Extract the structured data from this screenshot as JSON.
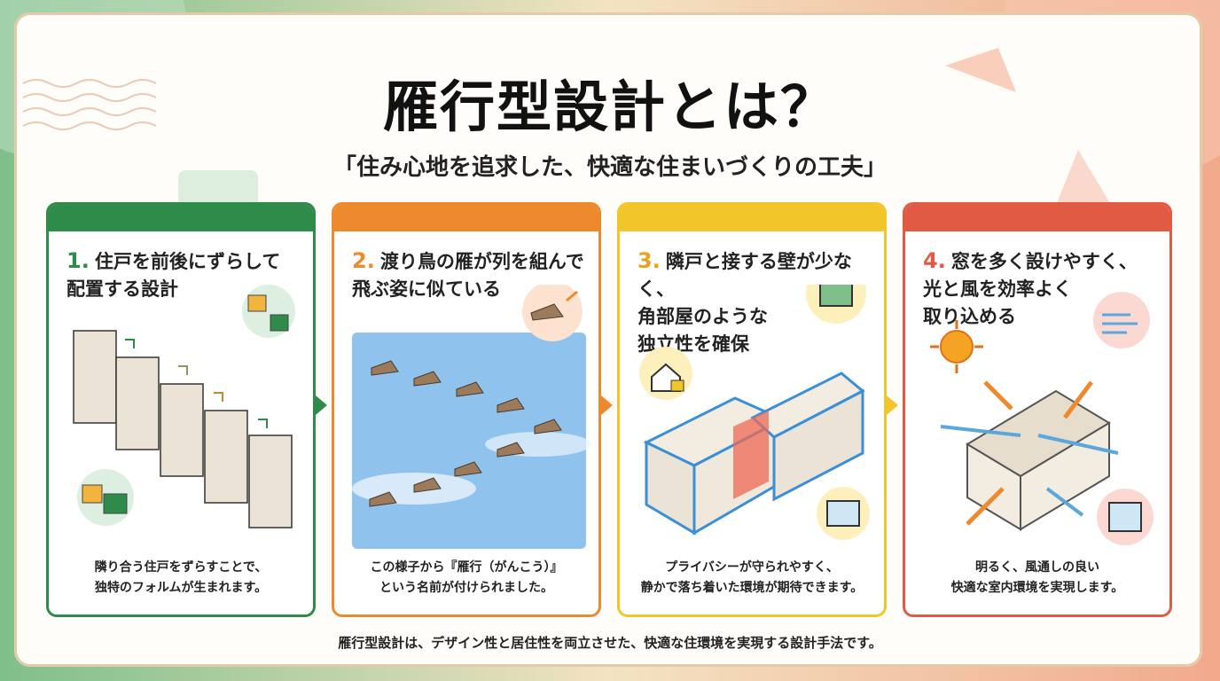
{
  "title": "雁行型設計とは？",
  "subtitle": "「住み心地を追求した、快適な住まいづくりの工夫」",
  "colors": {
    "green": "#2e8b4a",
    "orange": "#ee8a2e",
    "yellow": "#f2c52b",
    "red": "#e05a44"
  },
  "cards": [
    {
      "number": "1.",
      "heading": "住戸を前後にずらして\n配置する設計",
      "caption": "隣り合う住戸をずらすことで、\n独特のフォルムが生まれます。",
      "icon": "staggered-blocks-icon"
    },
    {
      "number": "2.",
      "heading": "渡り鳥の雁が列を組んで\n飛ぶ姿に似ている",
      "caption": "この様子から『雁行（がんこう）』\nという名前が付けられました。",
      "icon": "goose-icon"
    },
    {
      "number": "3.",
      "heading": "隣戸と接する壁が少なく、\n角部屋のような\n独立性を確保",
      "caption": "プライバシーが守られやすく、\n静かで落ち着いた環境が期待できます。",
      "icon": "house-lock-icon"
    },
    {
      "number": "4.",
      "heading": "窓を多く設けやすく、\n光と風を効率よく\n取り込める",
      "caption": "明るく、風通しの良い\n快適な室内環境を実現します。",
      "icon": "wind-icon"
    }
  ],
  "footer": "雁行型設計は、デザイン性と居住性を両立させた、快適な住環境を実現する設計手法です。"
}
